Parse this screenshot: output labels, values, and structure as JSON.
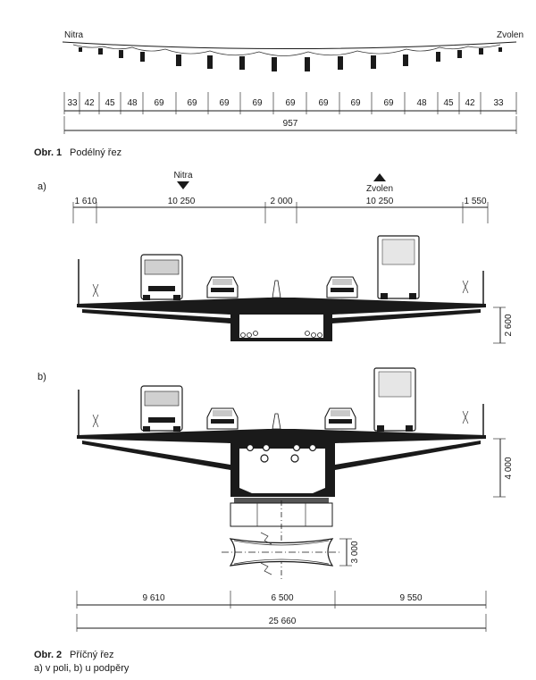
{
  "fig1": {
    "left_city": "Nitra",
    "right_city": "Zvolen",
    "spans": [
      "33",
      "42",
      "45",
      "48",
      "69",
      "69",
      "69",
      "69",
      "69",
      "69",
      "69",
      "69",
      "48",
      "45",
      "42",
      "33"
    ],
    "total": "957",
    "caption_num": "Obr. 1",
    "caption_text": "Podélný řez"
  },
  "fig2a": {
    "label": "a)",
    "dir_nitra": "Nitra",
    "dir_zvolen": "Zvolen",
    "dims": [
      "1 610",
      "10 250",
      "2 000",
      "10 250",
      "1 550"
    ],
    "height": "2 600"
  },
  "fig2b": {
    "label": "b)",
    "height": "4 000",
    "pier_height": "3 000",
    "bottom_dims": [
      "9 610",
      "6 500",
      "9 550"
    ],
    "bottom_total": "25 660"
  },
  "caption2": {
    "num": "Obr. 2",
    "text": "Příčný řez",
    "line2": "a) v poli, b) u podpěry"
  }
}
